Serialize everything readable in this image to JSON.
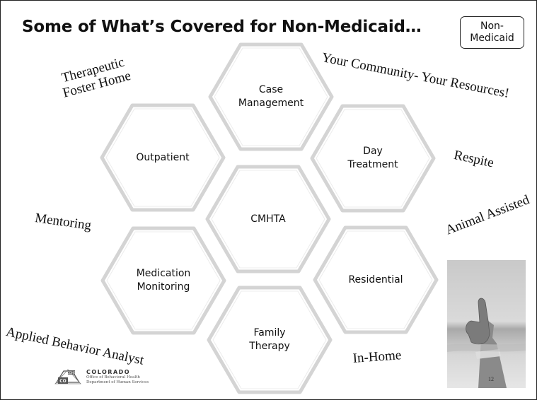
{
  "title": "Some of What’s Covered for Non-Medicaid…",
  "badge": {
    "line1": "Non-",
    "line2": "Medicaid"
  },
  "hexagons": {
    "case_management": {
      "line1": "Case",
      "line2": "Management"
    },
    "outpatient": {
      "line1": "Outpatient"
    },
    "day_treatment": {
      "line1": "Day",
      "line2": "Treatment"
    },
    "cmhta": {
      "line1": "CMHTA"
    },
    "medication_monitoring": {
      "line1": "Medication",
      "line2": "Monitoring"
    },
    "residential": {
      "line1": "Residential"
    },
    "family_therapy": {
      "line1": "Family",
      "line2": "Therapy"
    }
  },
  "services": {
    "therapeutic_foster_home": {
      "line1": "Therapeutic",
      "line2": "Foster Home"
    },
    "community": "Your Community- Your Resources!",
    "respite": "Respite",
    "mentoring": "Mentoring",
    "animal_assisted": "Animal Assisted",
    "applied_behavior_analyst": "Applied Behavior Analyst",
    "in_home": "In-Home"
  },
  "logo": {
    "badge_top": "CDHS",
    "badge_co": "CO",
    "name": "COLORADO",
    "office": "Office of Behavioral Health",
    "dept": "Department of Human Services"
  },
  "page_number": "12",
  "colors": {
    "hex_stroke": "#d4d4d4",
    "text": "#111111"
  }
}
